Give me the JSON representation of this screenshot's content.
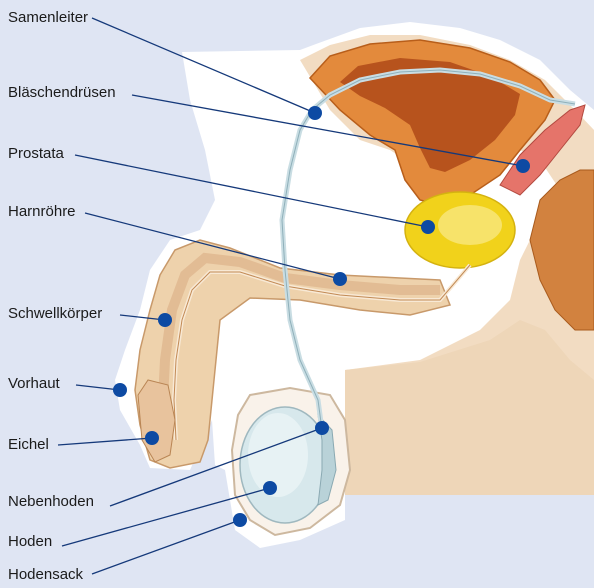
{
  "labels": {
    "samenleiter": "Samenleiter",
    "blaeschendruesen": "Bläschendrüsen",
    "prostata": "Prostata",
    "harnroehre": "Harnröhre",
    "schwellkoerper": "Schwellkörper",
    "vorhaut": "Vorhaut",
    "eichel": "Eichel",
    "nebenhoden": "Nebenhoden",
    "hoden": "Hoden",
    "hodensack": "Hodensack"
  },
  "colors": {
    "background": "#dfe5f3",
    "leader_line": "#15397a",
    "marker": "#0d4aa3",
    "skin": "#f6ead8",
    "tissue": "#e9c9a3",
    "muscle": "#d9792f",
    "prostate": "#f1d21b"
  }
}
